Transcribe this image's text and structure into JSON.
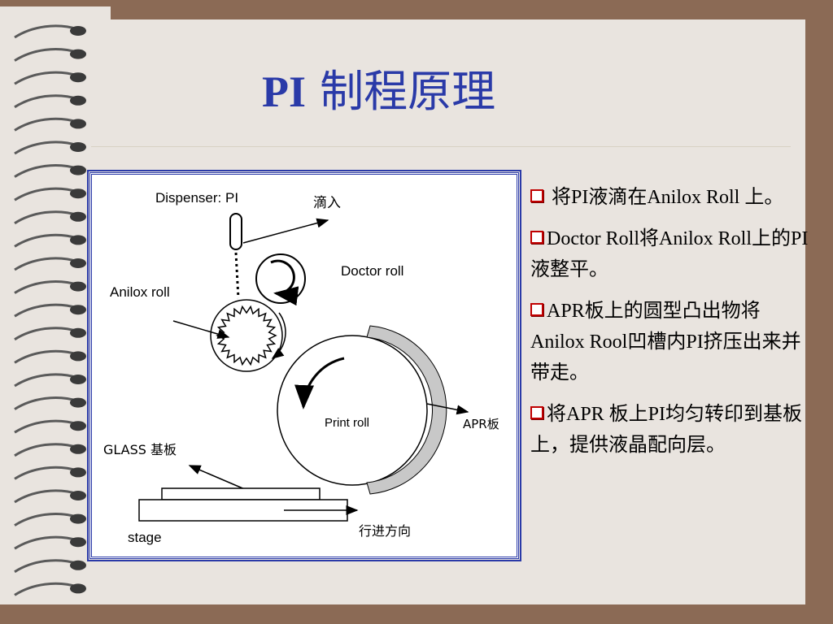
{
  "slide": {
    "title_latin": "PI",
    "title_cjk": "制程原理"
  },
  "diagram": {
    "dispenser_label": "Dispenser: PI",
    "drop_label": "滴入",
    "doctor_roll_label": "Doctor roll",
    "anilox_roll_label": "Anilox roll",
    "print_roll_label": "Print roll",
    "apr_label": "APR板",
    "glass_label": "GLASS 基板",
    "stage_label": "stage",
    "direction_label": "行进方向"
  },
  "bullets": [
    {
      "text": " 将PI液滴在Anilox Roll 上。"
    },
    {
      "text": "Doctor Roll将Anilox Roll上的PI液整平。"
    },
    {
      "text": "APR板上的圆型凸出物将Anilox Rool凹槽内PI挤压出来并带走。"
    },
    {
      "text": "将APR 板上PI均匀转印到基板上，提供液晶配向层。"
    }
  ],
  "colors": {
    "title": "#2a3aa8",
    "bullet_marker": "#c00000",
    "background_frame": "#8b6a55",
    "page": "#e9e4df"
  }
}
